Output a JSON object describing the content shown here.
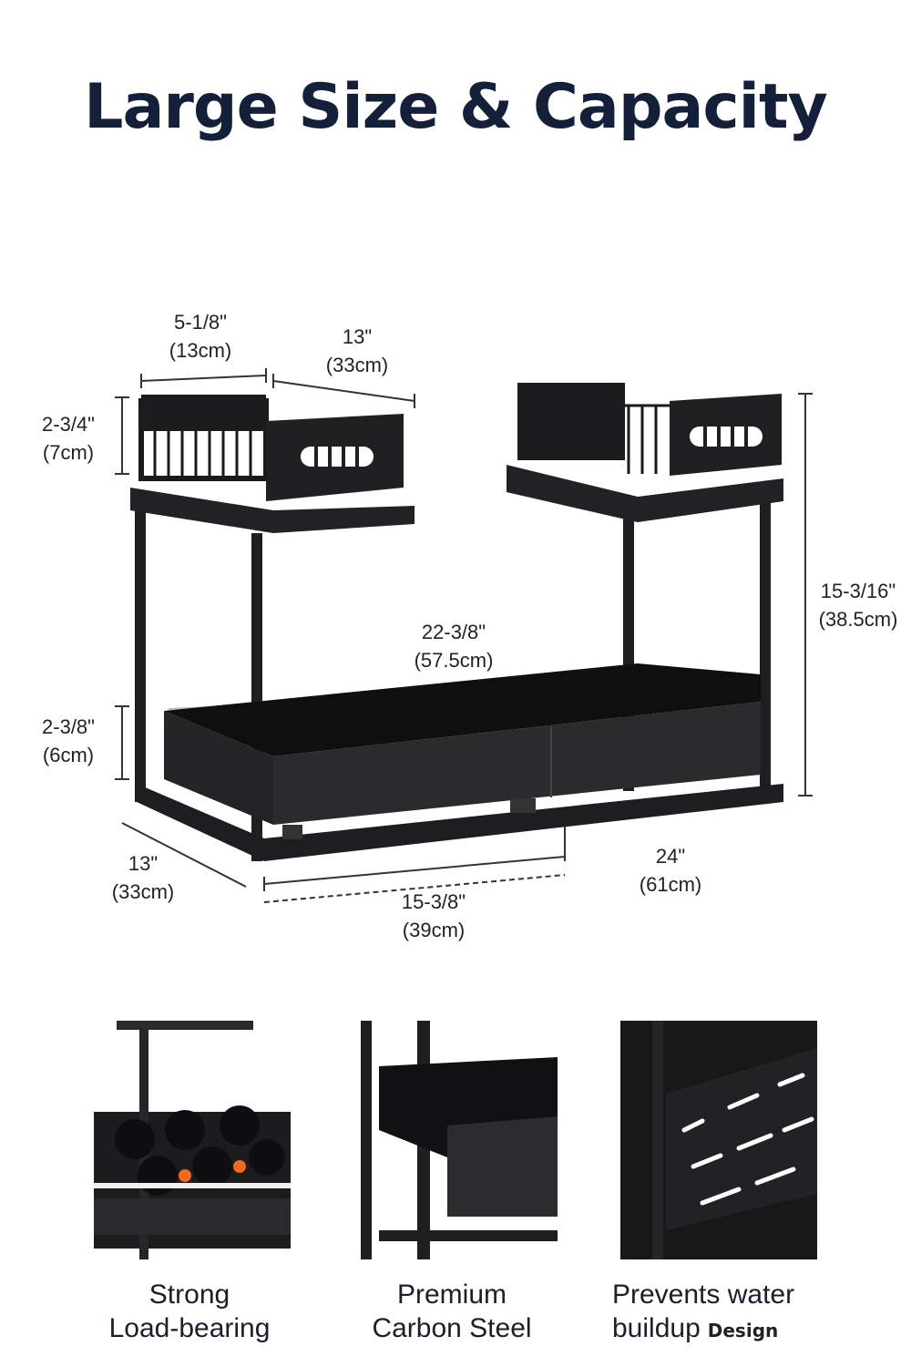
{
  "title": "Large Size & Capacity",
  "dimensions": {
    "top_basket_width": {
      "imperial": "5-1/8\"",
      "metric": "(13cm)"
    },
    "top_basket_depth": {
      "imperial": "13\"",
      "metric": "(33cm)"
    },
    "top_basket_height": {
      "imperial": "2-3/4\"",
      "metric": "(7cm)"
    },
    "total_height": {
      "imperial": "15-3/16\"",
      "metric": "(38.5cm)"
    },
    "drawer_width": {
      "imperial": "22-3/8\"",
      "metric": "(57.5cm)"
    },
    "drawer_height": {
      "imperial": "2-3/8\"",
      "metric": "(6cm)"
    },
    "base_depth": {
      "imperial": "13\"",
      "metric": "(33cm)"
    },
    "min_width": {
      "imperial": "15-3/8\"",
      "metric": "(39cm)"
    },
    "max_width": {
      "imperial": "24\"",
      "metric": "(61cm)"
    }
  },
  "features": [
    {
      "line1": "Strong",
      "line2": "Load-bearing"
    },
    {
      "line1": "Premium",
      "line2": "Carbon Steel"
    },
    {
      "line1": "Prevents water",
      "line2": "buildup",
      "tag": "Design"
    }
  ],
  "colors": {
    "title": "#14203a",
    "frame": "#1c1c1e",
    "accent": "#f26a1b"
  }
}
